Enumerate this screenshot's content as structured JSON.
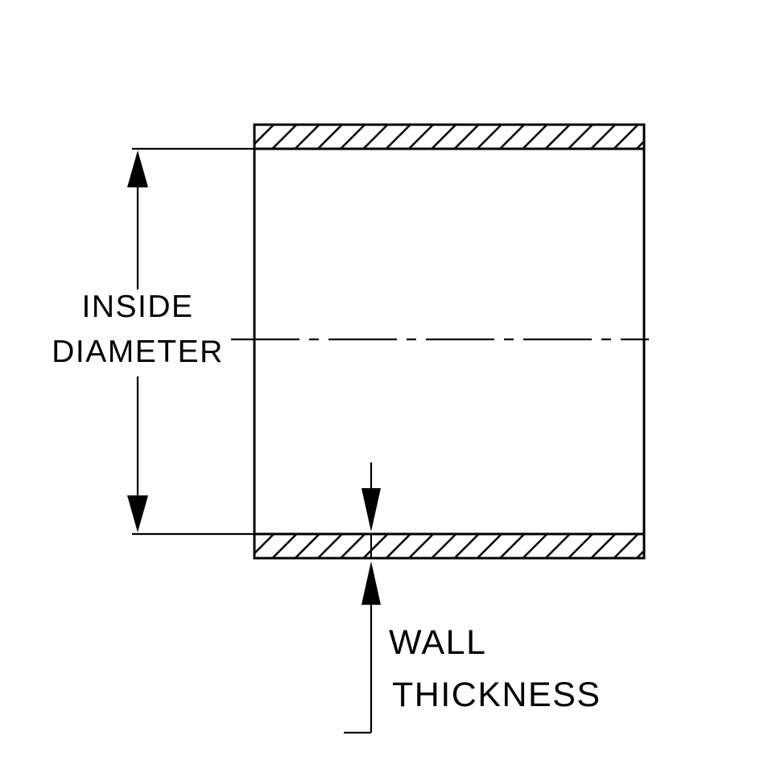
{
  "diagram": {
    "labels": {
      "inside_diameter_line1": "INSIDE",
      "inside_diameter_line2": "DIAMETER",
      "wall_thickness_line1": "WALL",
      "wall_thickness_line2": "THICKNESS"
    },
    "colors": {
      "ink": "#000000",
      "background": "#ffffff"
    }
  }
}
